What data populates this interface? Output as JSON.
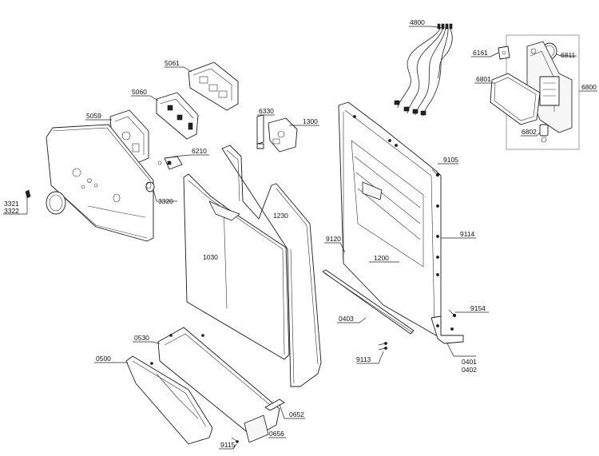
{
  "labels": {
    "p4800": "4800",
    "p6161": "6161",
    "p6811": "6811",
    "p6801": "6801",
    "p6800": "6800",
    "p6802": "6802",
    "p5061": "5061",
    "p5060": "5060",
    "p5059": "5059",
    "p6330": "6330",
    "p1300": "1300",
    "p6210": "6210",
    "p3320": "3320",
    "p3321": "3321",
    "p3322": "3322",
    "p9105": "9105",
    "p1230": "1230",
    "p1030": "1030",
    "p9114": "9114",
    "p9120": "9120",
    "p1200": "1200",
    "p9154": "9154",
    "p0403": "0403",
    "p0530": "0530",
    "p0500": "0500",
    "p9113": "9113",
    "p0401": "0401",
    "p0402": "0402",
    "p0652": "0652",
    "p0656": "0656",
    "p9115": "9115"
  }
}
